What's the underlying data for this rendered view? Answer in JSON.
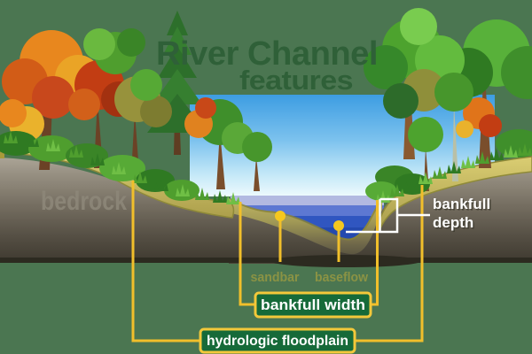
{
  "title": {
    "line1": "River Channel",
    "line2": "features"
  },
  "scene_labels": {
    "bedrock": "bedrock",
    "sandbar": "sandbar",
    "baseflow": "baseflow"
  },
  "callouts": {
    "bankfull_depth": {
      "line1": "bankfull",
      "line2": "depth"
    },
    "bankfull_width": "bankfull width",
    "hydrologic_floodplain": "hydrologic floodplain"
  },
  "colors": {
    "background_green": "#4b7651",
    "title_green": "#2f6038",
    "annotation_gold": "#f1bf2b",
    "callout_box_fill": "#166a39",
    "callout_box_border": "#f3c83a",
    "callout_text": "#ffffff",
    "bedrock_label_gray": "#8d8779",
    "sandbar_label_olive": "#8b9344",
    "sky_blue_top": "#3d9de2",
    "water_surface_lavender": "#b2b9e1",
    "water_deep_blue": "#2449ae",
    "soil_tan": "#d8cb72",
    "bankfull_depth_marker": "#ffffff"
  }
}
